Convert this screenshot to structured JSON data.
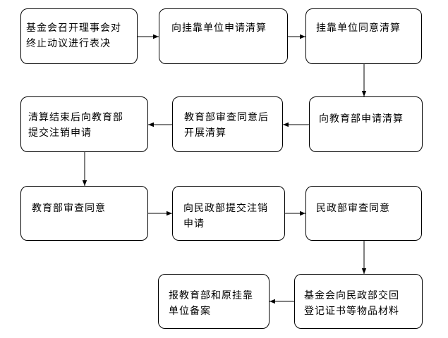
{
  "nodes": [
    {
      "id": "n1",
      "text": "基金会召开理事会对\n终止动议进行表决"
    },
    {
      "id": "n2",
      "text": "向挂靠单位申请清算"
    },
    {
      "id": "n3",
      "text": "挂靠单位同意清算"
    },
    {
      "id": "n4",
      "text": "向教育部申请清算"
    },
    {
      "id": "n5",
      "text": "教育部审查同意后\n开展清算"
    },
    {
      "id": "n6",
      "text": "清算结束后向教育部\n提交注销申请"
    },
    {
      "id": "n7",
      "text": "教育部审查同意"
    },
    {
      "id": "n8",
      "text": "向民政部提交注销\n申请"
    },
    {
      "id": "n9",
      "text": "民政部审查同意"
    },
    {
      "id": "n10",
      "text": "基金会向民政部交回\n登记证书等物品材料"
    },
    {
      "id": "n11",
      "text": "报教育部和原挂靠\n单位备案"
    }
  ],
  "edges": [
    {
      "from": "n1",
      "to": "n2"
    },
    {
      "from": "n2",
      "to": "n3"
    },
    {
      "from": "n3",
      "to": "n4"
    },
    {
      "from": "n4",
      "to": "n5"
    },
    {
      "from": "n5",
      "to": "n6"
    },
    {
      "from": "n6",
      "to": "n7"
    },
    {
      "from": "n7",
      "to": "n8"
    },
    {
      "from": "n8",
      "to": "n9"
    },
    {
      "from": "n9",
      "to": "n10"
    },
    {
      "from": "n10",
      "to": "n11"
    }
  ]
}
